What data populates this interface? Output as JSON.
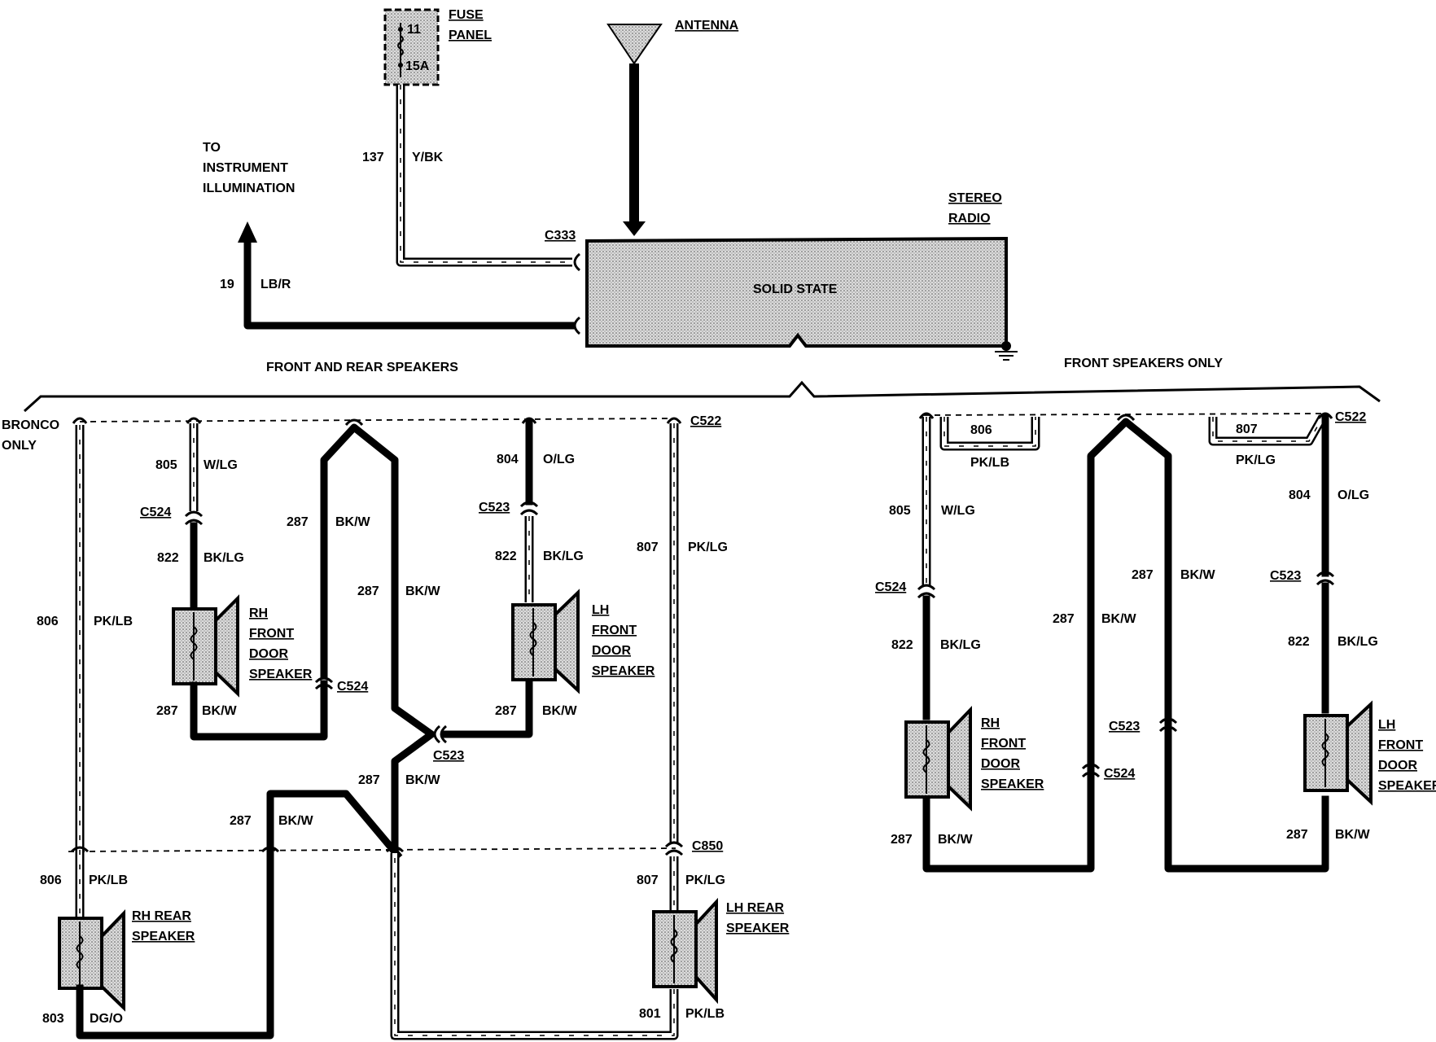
{
  "labels": {
    "fuse_panel_1": "FUSE",
    "fuse_panel_2": "PANEL",
    "fuse_num": "11",
    "fuse_amp": "15A",
    "antenna": "ANTENNA",
    "to_instr_1": "TO",
    "to_instr_2": "INSTRUMENT",
    "to_instr_3": "ILLUMINATION",
    "stereo_1": "STEREO",
    "stereo_2": "RADIO",
    "solid_state": "SOLID STATE",
    "front_rear": "FRONT AND REAR SPEAKERS",
    "front_only": "FRONT SPEAKERS ONLY",
    "bronco_1": "BRONCO",
    "bronco_2": "ONLY"
  },
  "wires": {
    "w137": "137",
    "ybk": "Y/BK",
    "w19": "19",
    "lbr": "LB/R",
    "w805": "805",
    "wlg": "W/LG",
    "w822": "822",
    "bklg": "BK/LG",
    "w287": "287",
    "bkw": "BK/W",
    "w804": "804",
    "olg": "O/LG",
    "w807": "807",
    "pklg": "PK/LG",
    "w806": "806",
    "pklb": "PK/LB",
    "w803": "803",
    "dgo": "DG/O",
    "w801": "801"
  },
  "connectors": {
    "c333": "C333",
    "c522": "C522",
    "c523": "C523",
    "c524": "C524",
    "c850": "C850"
  },
  "speakers": {
    "rh": "RH",
    "lh": "LH",
    "front": "FRONT",
    "door": "DOOR",
    "speaker": "SPEAKER",
    "rh_rear": "RH REAR",
    "lh_rear": "LH REAR"
  }
}
